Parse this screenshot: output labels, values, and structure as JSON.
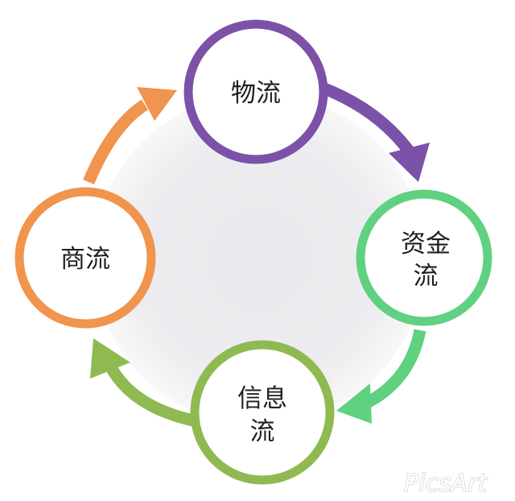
{
  "diagram": {
    "nodes": [
      {
        "id": "wuliu",
        "lines": [
          "物流"
        ],
        "color": "#7b52a8"
      },
      {
        "id": "zijin",
        "lines": [
          "资金",
          "流"
        ],
        "color": "#5fd181"
      },
      {
        "id": "xinxi",
        "lines": [
          "信息",
          "流"
        ],
        "color": "#8fba52"
      },
      {
        "id": "shang",
        "lines": [
          "商流"
        ],
        "color": "#f0944e"
      }
    ],
    "arrows": [
      {
        "from": "wuliu",
        "to": "zijin",
        "color": "#7b52a8"
      },
      {
        "from": "zijin",
        "to": "xinxi",
        "color": "#5fd181"
      },
      {
        "from": "xinxi",
        "to": "shang",
        "color": "#8fba52"
      },
      {
        "from": "shang",
        "to": "wuliu",
        "color": "#f0944e"
      }
    ],
    "center_color": "#ececef"
  },
  "watermark": {
    "text": "PicsArt"
  }
}
